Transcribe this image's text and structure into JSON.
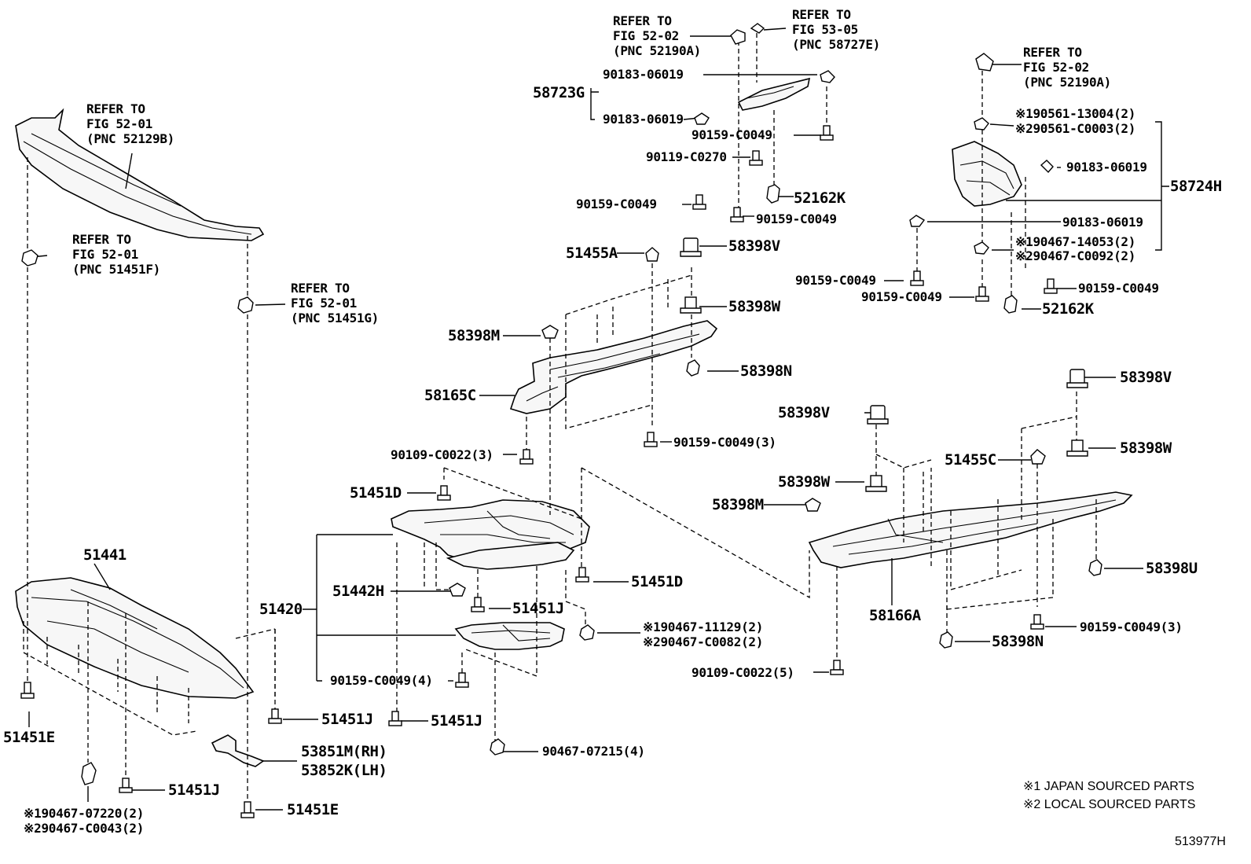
{
  "refs": {
    "r1": [
      "REFER TO",
      "FIG 52-02",
      "(PNC 52190A)"
    ],
    "r2": [
      "REFER TO",
      "FIG 53-05",
      "(PNC 58727E)"
    ],
    "r3": [
      "REFER TO",
      "FIG 52-02",
      "(PNC 52190A)"
    ],
    "r4": [
      "REFER TO",
      "FIG 52-01",
      "(PNC 52129B)"
    ],
    "r5": [
      "REFER TO",
      "FIG 52-01",
      "(PNC 51451F)"
    ],
    "r6": [
      "REFER TO",
      "FIG 52-01",
      "(PNC 51451G)"
    ]
  },
  "labels": {
    "p58723G": "58723G",
    "p90183_a": "90183-06019",
    "p90183_b": "90183-06019",
    "p90159_a": "90159-C0049",
    "p90119": "90119-C0270",
    "p52162K_a": "52162K",
    "p90159_b": "90159-C0049",
    "p90159_c": "90159-C0049",
    "p90561_1": "※190561-13004(2)",
    "p90561_2": "※290561-C0003(2)",
    "p90183_c": "90183-06019",
    "p58724H": "58724H",
    "p90183_d": "90183-06019",
    "p90467_1": "※190467-14053(2)",
    "p90467_2": "※290467-C0092(2)",
    "p90159_d": "90159-C0049",
    "p90159_e": "90159-C0049",
    "p90159_f": "90159-C0049",
    "p52162K_b": "52162K",
    "p51455A": "51455A",
    "p58398V_a": "58398V",
    "p58398W_a": "58398W",
    "p58398M_a": "58398M",
    "p58398N_a": "58398N",
    "p58165C": "58165C",
    "p90159_g": "90159-C0049(3)",
    "p90109_a": "90109-C0022(3)",
    "p51451D_a": "51451D",
    "p51441": "51441",
    "p51420": "51420",
    "p51442H": "51442H",
    "p51451D_b": "51451D",
    "p51451J_a": "51451J",
    "p90467_11129": "※190467-11129(2)",
    "p90467_C0082": "※290467-C0082(2)",
    "p90159_h": "90159-C0049(4)",
    "p51451J_b": "51451J",
    "p51451J_c": "51451J",
    "p51451E_a": "51451E",
    "p53851M": "53851M(RH)",
    "p53852K": "53852K(LH)",
    "p90467_07215": "90467-07215(4)",
    "p51451J_d": "51451J",
    "p51451E_b": "51451E",
    "p90467_07220": "※190467-07220(2)",
    "p90467_C0043": "※290467-C0043(2)",
    "p58398V_b": "58398V",
    "p58398V_c": "58398V",
    "p51455C": "51455C",
    "p58398W_b": "58398W",
    "p58398W_c": "58398W",
    "p58398M_b": "58398M",
    "p58398U": "58398U",
    "p58166A": "58166A",
    "p90159_i": "90159-C0049(3)",
    "p58398N_b": "58398N",
    "p90109_b": "90109-C0022(5)"
  },
  "notes": {
    "n1": "※1 JAPAN SOURCED PARTS",
    "n2": "※2 LOCAL SOURCED PARTS",
    "figure_id": "513977H"
  }
}
